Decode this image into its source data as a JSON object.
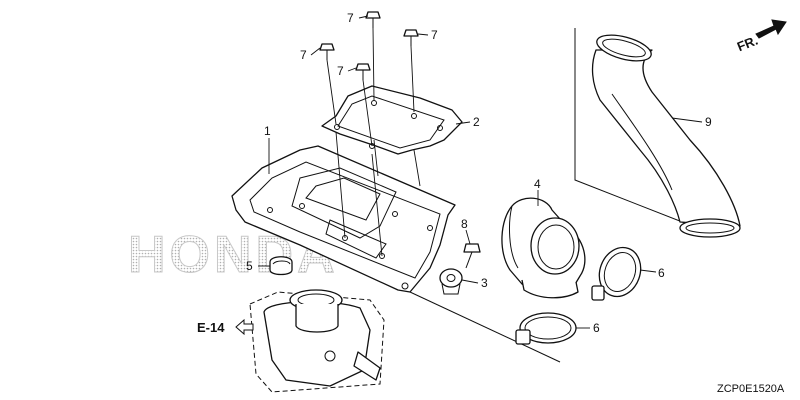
{
  "watermark": "HONDA",
  "parts": [
    {
      "number": "1"
    },
    {
      "number": "2"
    },
    {
      "number": "3"
    },
    {
      "number": "4"
    },
    {
      "number": "5"
    },
    {
      "number": "6"
    },
    {
      "number": "6"
    },
    {
      "number": "7"
    },
    {
      "number": "7"
    },
    {
      "number": "7"
    },
    {
      "number": "7"
    },
    {
      "number": "8"
    },
    {
      "number": "9"
    }
  ],
  "reference": "E-14",
  "direction": "FR.",
  "diagram_code": "ZCP0E1520A"
}
